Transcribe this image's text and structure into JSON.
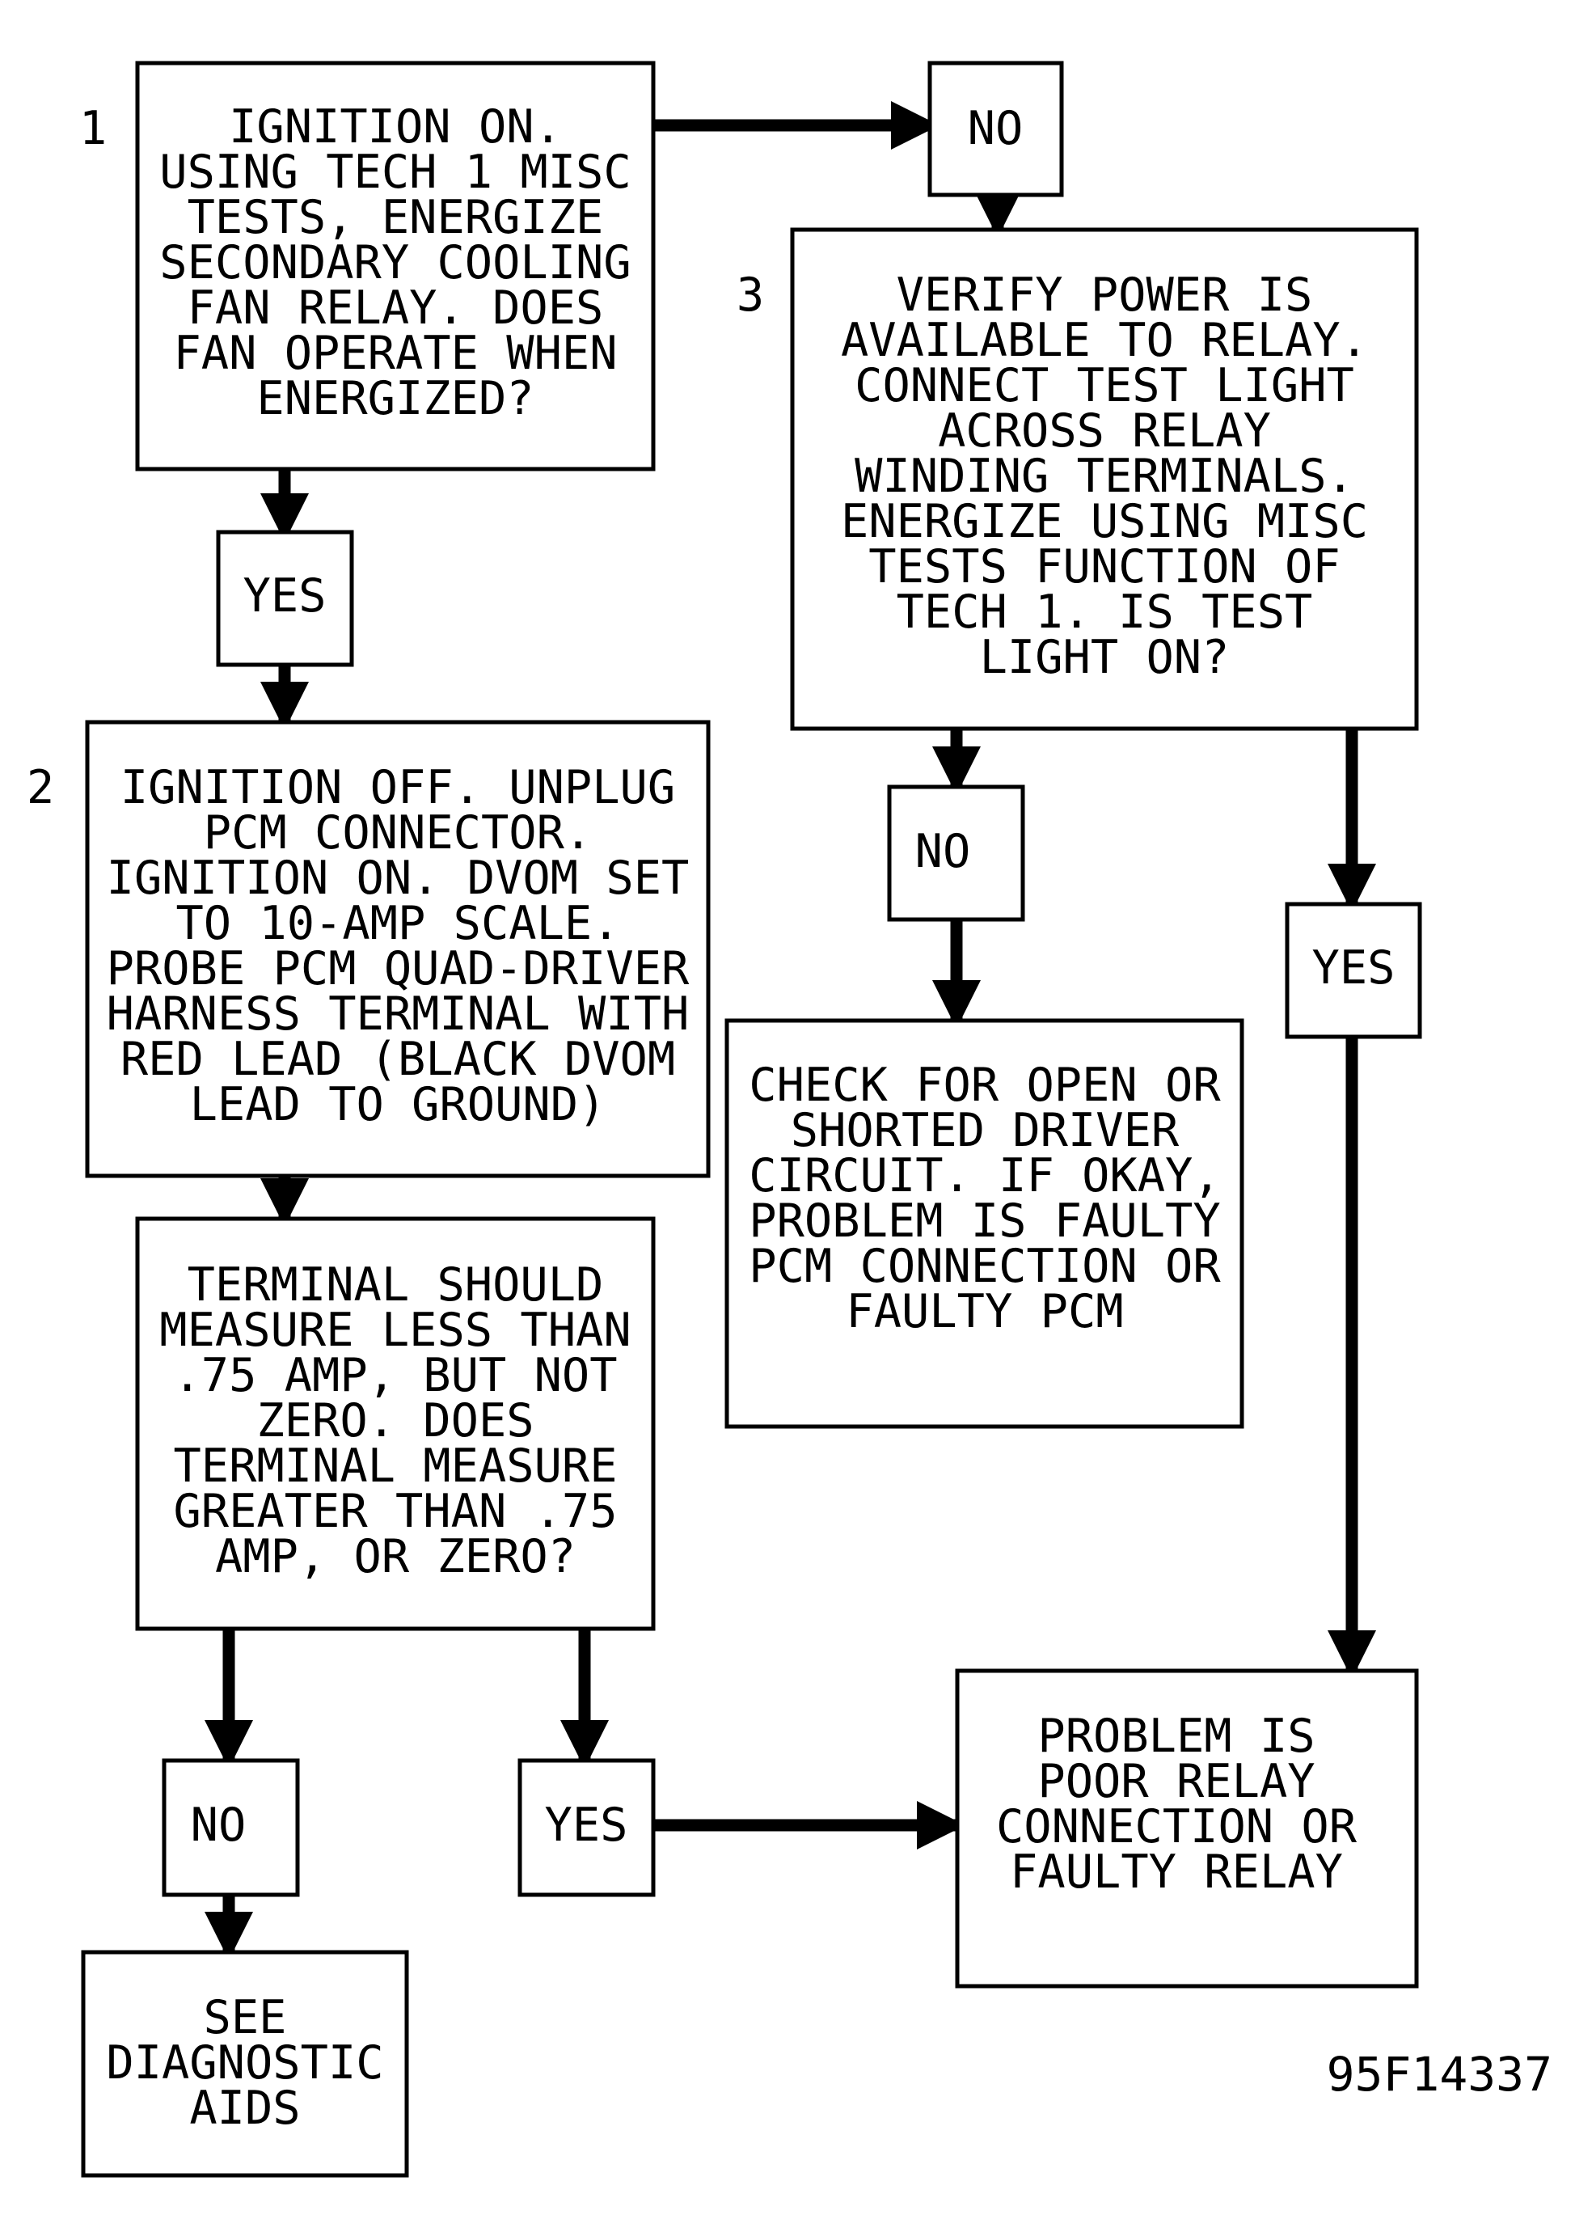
{
  "steps": {
    "step1": {
      "number": "1",
      "lines": [
        "IGNITION ON.",
        "USING TECH 1 MISC",
        "TESTS, ENERGIZE",
        "SECONDARY COOLING",
        "FAN RELAY. DOES",
        "FAN OPERATE WHEN",
        "ENERGIZED?"
      ]
    },
    "step2": {
      "number": "2",
      "lines": [
        "IGNITION OFF. UNPLUG",
        "PCM CONNECTOR.",
        "IGNITION ON. DVOM SET",
        "TO 10-AMP SCALE.",
        "PROBE PCM QUAD-DRIVER",
        "HARNESS TERMINAL WITH",
        "RED LEAD (BLACK DVOM",
        "LEAD TO GROUND)"
      ]
    },
    "step3": {
      "number": "3",
      "lines": [
        "VERIFY POWER IS",
        "AVAILABLE TO RELAY.",
        "CONNECT TEST LIGHT",
        "ACROSS RELAY",
        "WINDING TERMINALS.",
        "ENERGIZE USING MISC",
        "TESTS FUNCTION OF",
        "TECH 1. IS TEST",
        "LIGHT ON?"
      ]
    },
    "measure": {
      "lines": [
        "TERMINAL SHOULD",
        "MEASURE LESS THAN",
        ".75 AMP, BUT NOT",
        "ZERO. DOES",
        "TERMINAL MEASURE",
        "GREATER THAN .75",
        "AMP, OR ZERO?"
      ]
    },
    "check_driver": {
      "lines": [
        "CHECK FOR OPEN OR",
        "SHORTED DRIVER",
        "CIRCUIT. IF OKAY,",
        "PROBLEM IS FAULTY",
        "PCM CONNECTION OR",
        "FAULTY PCM"
      ]
    },
    "relay_problem": {
      "lines": [
        "PROBLEM IS",
        "POOR RELAY",
        "CONNECTION OR",
        "FAULTY RELAY"
      ]
    },
    "diag_aids": {
      "lines": [
        "SEE",
        "DIAGNOSTIC",
        "AIDS"
      ]
    }
  },
  "answers": {
    "yes1": "YES",
    "no1": "NO",
    "no3": "NO",
    "yes3": "YES",
    "no_measure": "NO",
    "yes_measure": "YES"
  },
  "figure_code": "95F14337"
}
